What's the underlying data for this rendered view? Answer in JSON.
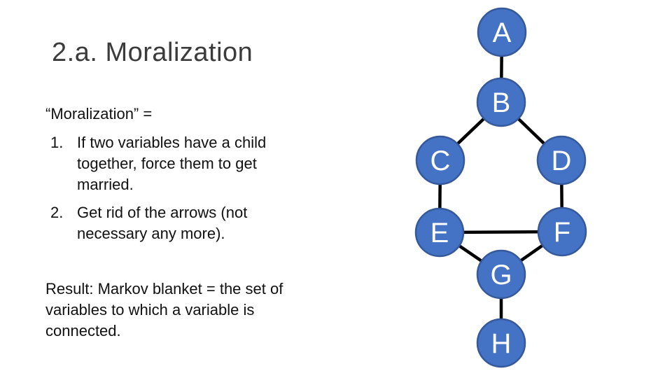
{
  "slide": {
    "title": "2.a. Moralization",
    "definition_intro": "“Moralization” =",
    "steps": [
      {
        "number": "1.",
        "text": "If two variables have a child together, force them to get married."
      },
      {
        "number": "2.",
        "text": "Get rid of the arrows (not necessary any more)."
      }
    ],
    "result": "Result: Markov blanket = the set of variables to which a variable is connected."
  },
  "graph": {
    "nodes": [
      {
        "id": "A",
        "label": "A"
      },
      {
        "id": "B",
        "label": "B"
      },
      {
        "id": "C",
        "label": "C"
      },
      {
        "id": "D",
        "label": "D"
      },
      {
        "id": "E",
        "label": "E"
      },
      {
        "id": "F",
        "label": "F"
      },
      {
        "id": "G",
        "label": "G"
      },
      {
        "id": "H",
        "label": "H"
      }
    ],
    "edges": [
      [
        "A",
        "B"
      ],
      [
        "B",
        "C"
      ],
      [
        "B",
        "D"
      ],
      [
        "C",
        "E"
      ],
      [
        "D",
        "F"
      ],
      [
        "E",
        "F"
      ],
      [
        "E",
        "G"
      ],
      [
        "F",
        "G"
      ],
      [
        "G",
        "H"
      ]
    ],
    "colors": {
      "node_fill": "#4472C4",
      "node_border": "#35599B",
      "node_text": "#FFFFFF",
      "edge": "#000000"
    }
  },
  "colors": {
    "title": "#3B3B3B",
    "body_text": "#111111",
    "background": "#FFFFFF"
  }
}
